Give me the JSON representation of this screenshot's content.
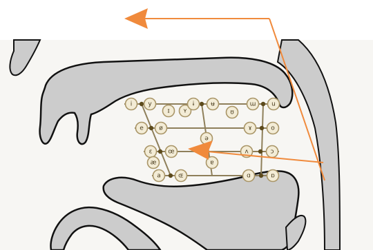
{
  "vowels": [
    {
      "id": "i",
      "symbol": "i"
    },
    {
      "id": "y",
      "symbol": "y"
    },
    {
      "id": "I",
      "symbol": "ɪ"
    },
    {
      "id": "Y",
      "symbol": "ʏ"
    },
    {
      "id": "ɨ",
      "symbol": "ɨ"
    },
    {
      "id": "ʉ",
      "symbol": "ʉ"
    },
    {
      "id": "ʊ",
      "symbol": "ʊ"
    },
    {
      "id": "ɯ",
      "symbol": "ɯ"
    },
    {
      "id": "u",
      "symbol": "u"
    },
    {
      "id": "e",
      "symbol": "e"
    },
    {
      "id": "ø",
      "symbol": "ø"
    },
    {
      "id": "ə",
      "symbol": "ə"
    },
    {
      "id": "ɤ",
      "symbol": "ɤ"
    },
    {
      "id": "o",
      "symbol": "o"
    },
    {
      "id": "ɛ",
      "symbol": "ɛ"
    },
    {
      "id": "œ",
      "symbol": "œ"
    },
    {
      "id": "ɐ",
      "symbol": "ɐ"
    },
    {
      "id": "ʌ",
      "symbol": "ʌ"
    },
    {
      "id": "ɔ",
      "symbol": "ɔ"
    },
    {
      "id": "æ",
      "symbol": "æ"
    },
    {
      "id": "a",
      "symbol": "a"
    },
    {
      "id": "ɶ",
      "symbol": "ɶ"
    },
    {
      "id": "ɑ",
      "symbol": "ɑ"
    },
    {
      "id": "ɒ",
      "symbol": "ɒ"
    }
  ],
  "colors": {
    "tissue_fill": "#cccccc",
    "tissue_stroke": "#111111",
    "chart_line": "#8e7f5a",
    "chart_dot": "#5c4a1c",
    "bubble_fill": "#f3ecd6",
    "bubble_stroke": "#a99567",
    "arrow": "#f08a3c"
  }
}
